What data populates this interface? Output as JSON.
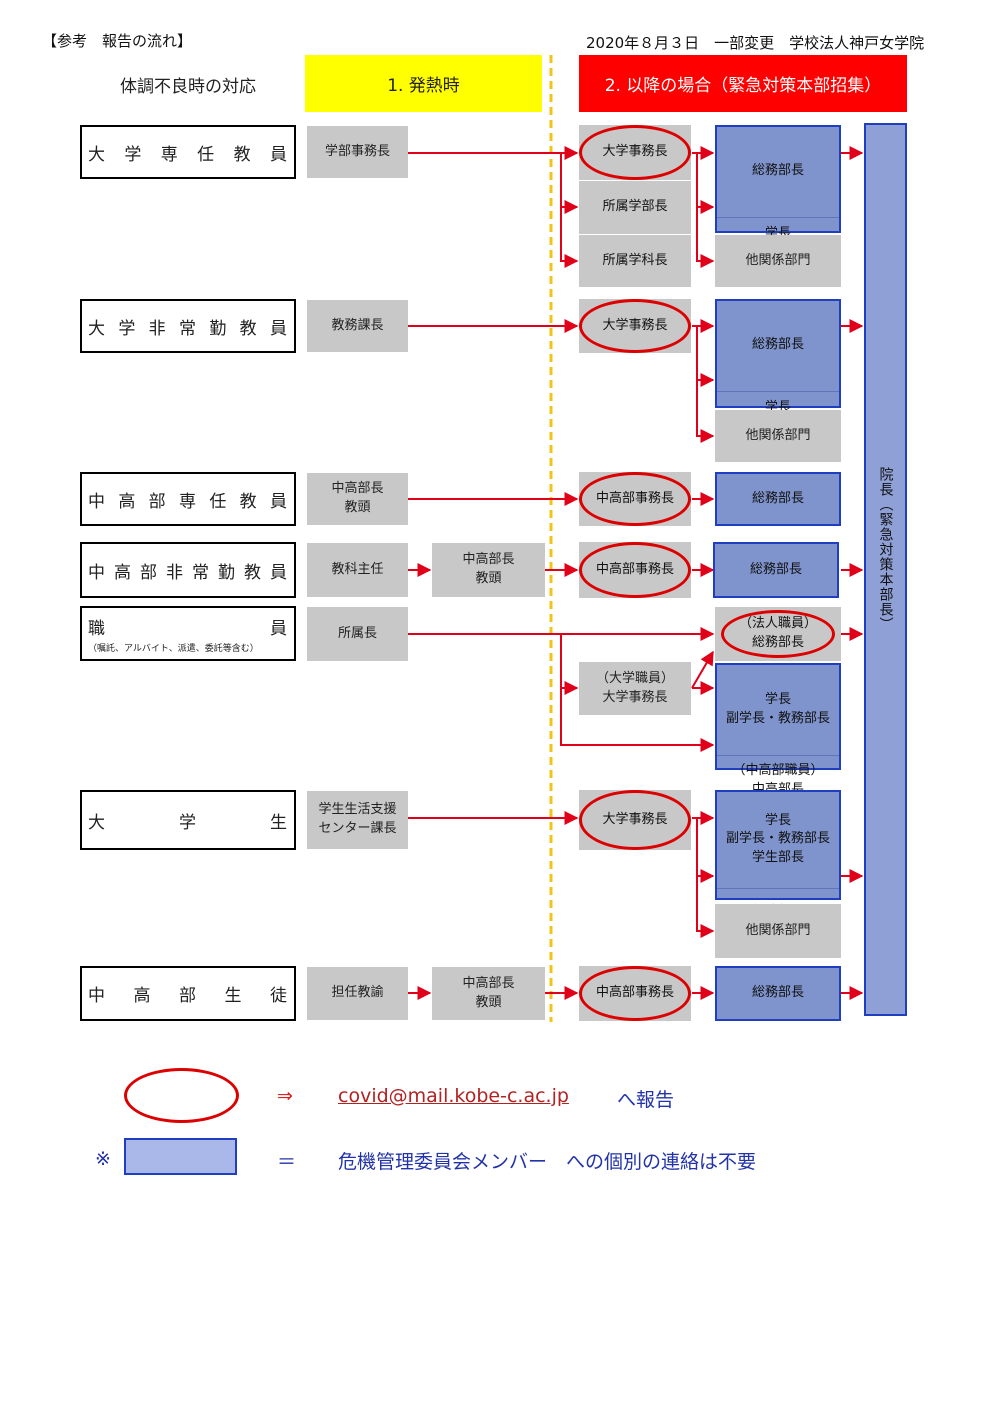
{
  "top": {
    "left_note": "【参考　報告の流れ】",
    "right_note": "2020年８月３日　一部変更　学校法人神戸女学院"
  },
  "headers": {
    "col0": "体調不良時の対応",
    "col1": "1. 発熱時",
    "col2": "2. 以降の場合（緊急対策本部招集）"
  },
  "categories": [
    "大学専任教員",
    "大学非常勤教員",
    "中高部専任教員",
    "中高部非常勤教員",
    "職員",
    "大学生",
    "中高部生徒"
  ],
  "staff_note": "（嘱託、アルバイト、派遣、委託等含む）",
  "first": [
    "学部事務長",
    "教務課長",
    "中高部長\n教頭",
    "教科主任",
    "所属長",
    "学生生活支援\nセンター課長",
    "担任教諭"
  ],
  "mid": [
    "中高部長\n教頭",
    "中高部長\n教頭"
  ],
  "circled": [
    "大学事務長",
    "大学事務長",
    "中高部事務長",
    "中高部事務長",
    "大学事務長",
    "中高部事務長"
  ],
  "univ_sub": [
    "所属学部長",
    "所属学科長"
  ],
  "staff_sub": "（大学職員）\n大学事務長",
  "right": {
    "somu": "総務部長",
    "gakucho": "学長\n副学長・教務部長",
    "other": "他関係部門",
    "hojin": "（法人職員）\n総務部長",
    "chukou_staff": "（中高部職員）\n中高部長",
    "student": "学長\n副学長・教務部長\n学生部長"
  },
  "vertical_label": "院長（緊急対策本部長）",
  "legend": {
    "arrow": "⇒",
    "email": "covid@mail.kobe-c.ac.jp",
    "report": "へ報告",
    "mark": "※",
    "equals": "＝",
    "member_text": "危機管理委員会メンバー　への個別の連絡は不要"
  },
  "colors": {
    "flow_arrow": "#e0001a",
    "circle": "#dd0000",
    "member_fill": "#7f93cc",
    "member_border": "#1f3fc0",
    "gray_box": "#c8c8c8",
    "phase1_header": "#ffff00",
    "phase2_header": "#ff0000",
    "divider": "#f2c418"
  }
}
